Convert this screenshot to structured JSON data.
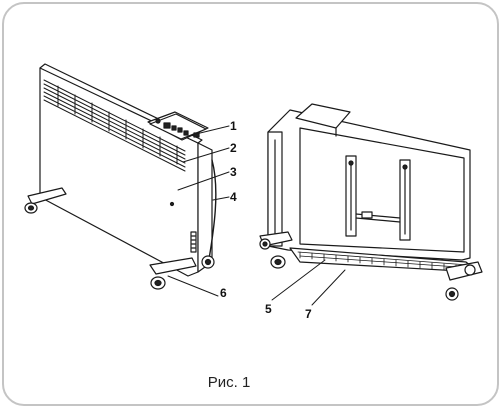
{
  "figure": {
    "caption": "Рис. 1",
    "callouts": [
      "1",
      "2",
      "3",
      "4",
      "5",
      "6",
      "7"
    ]
  }
}
